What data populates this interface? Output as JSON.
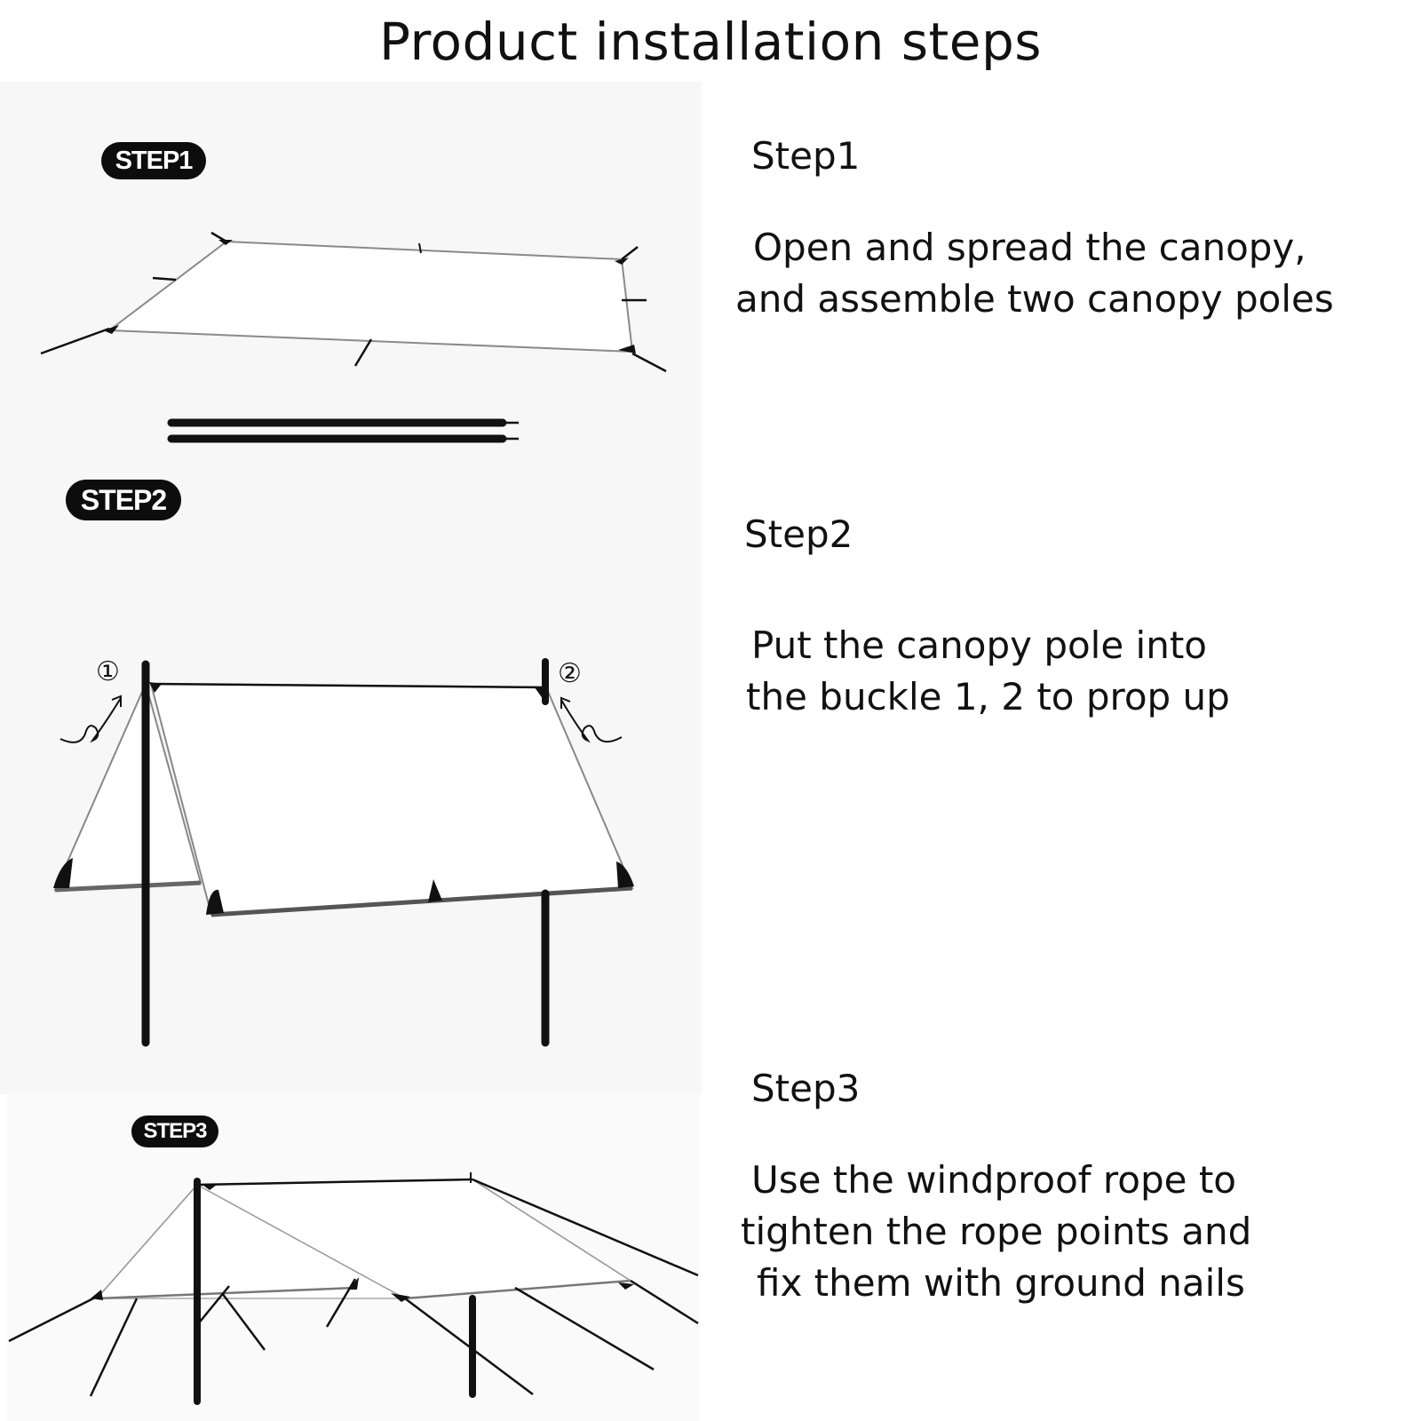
{
  "title": "Product installation steps",
  "steps": [
    {
      "badge": "STEP1",
      "heading": "Step1",
      "lines": [
        "Open and spread the canopy,",
        "and assemble two canopy poles"
      ]
    },
    {
      "badge": "STEP2",
      "heading": "Step2",
      "lines": [
        "Put the canopy pole into",
        "the buckle 1, 2 to prop up"
      ],
      "markers": [
        "①",
        "②"
      ]
    },
    {
      "badge": "STEP3",
      "heading": "Step3",
      "lines": [
        "Use the windproof rope to",
        "tighten the rope points and",
        "fix them with ground nails"
      ]
    }
  ]
}
